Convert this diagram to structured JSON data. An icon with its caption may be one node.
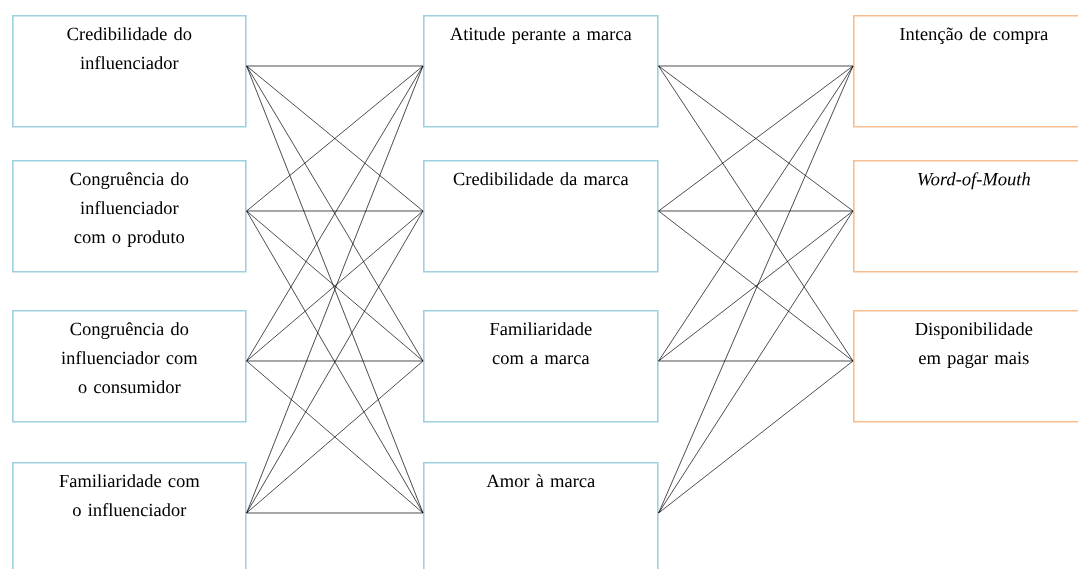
{
  "diagram": {
    "nodes": [
      {
        "text": [
          "Credibilidade do influenciador"
        ]
      },
      {
        "text": [
          "Congruência do influenciador com o produto"
        ]
      },
      {
        "text": [
          "Congruência do influenciador com o consumidor"
        ]
      },
      {
        "text": [
          "Familiaridade com o influenciador"
        ]
      },
      {
        "text": [
          "Atitude perante a marca"
        ]
      },
      {
        "text": [
          "Credibilidade da marca"
        ]
      },
      {
        "text": [
          "Familiaridade com a marca"
        ]
      },
      {
        "text": [
          "Amor à marca"
        ]
      },
      {
        "text": [
          "Intenção de compra"
        ]
      },
      {
        "text": [
          "Word-of-Mouth"
        ]
      },
      {
        "text": [
          "Disponibilidade em pagar mais"
        ]
      }
    ],
    "edges": [
      {
        "from": 0,
        "to": 4,
        "arrow": "none"
      },
      {
        "from": 0,
        "to": 5,
        "arrow": "none"
      },
      {
        "from": 0,
        "to": 6,
        "arrow": "none"
      },
      {
        "from": 0,
        "to": 7,
        "arrow": "none"
      },
      {
        "from": 1,
        "to": 4,
        "arrow": "none"
      },
      {
        "from": 1,
        "to": 5,
        "arrow": "none"
      },
      {
        "from": 1,
        "to": 6,
        "arrow": "none"
      },
      {
        "from": 1,
        "to": 7,
        "arrow": "none"
      },
      {
        "from": 2,
        "to": 4,
        "arrow": "none"
      },
      {
        "from": 2,
        "to": 5,
        "arrow": "none"
      },
      {
        "from": 2,
        "to": 6,
        "arrow": "none"
      },
      {
        "from": 2,
        "to": 7,
        "arrow": "none"
      },
      {
        "from": 3,
        "to": 4,
        "arrow": "none"
      },
      {
        "from": 3,
        "to": 5,
        "arrow": "none"
      },
      {
        "from": 3,
        "to": 6,
        "arrow": "none"
      },
      {
        "from": 3,
        "to": 7,
        "arrow": "none"
      },
      {
        "from": 4,
        "to": 8,
        "arrow": "none"
      },
      {
        "from": 4,
        "to": 9,
        "arrow": "none"
      },
      {
        "from": 4,
        "to": 10,
        "arrow": "none"
      },
      {
        "from": 5,
        "to": 8,
        "arrow": "none"
      },
      {
        "from": 5,
        "to": 9,
        "arrow": "none"
      },
      {
        "from": 5,
        "to": 10,
        "arrow": "none"
      },
      {
        "from": 6,
        "to": 8,
        "arrow": "none"
      },
      {
        "from": 6,
        "to": 9,
        "arrow": "none"
      },
      {
        "from": 6,
        "to": 10,
        "arrow": "none"
      },
      {
        "from": 7,
        "to": 8,
        "arrow": "none"
      },
      {
        "from": 7,
        "to": 9,
        "arrow": "none"
      },
      {
        "from": 7,
        "to": 10,
        "arrow": "none"
      }
    ]
  }
}
